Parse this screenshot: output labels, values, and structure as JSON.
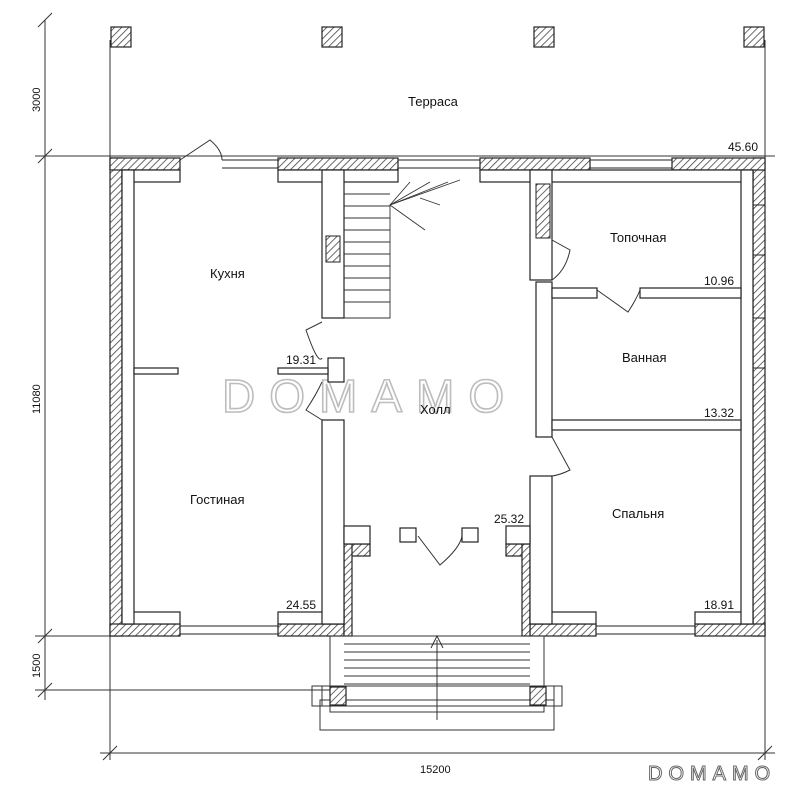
{
  "rooms": {
    "terrace": "Терраса",
    "kitchen": "Кухня",
    "living": "Гостиная",
    "hall": "Холл",
    "boiler": "Топочная",
    "bath": "Ванная",
    "bedroom": "Спальня"
  },
  "areas": {
    "total": "45.60",
    "boiler": "10.96",
    "bath": "13.32",
    "bedroom": "18.91",
    "kitchen": "19.31",
    "hall": "25.32",
    "living": "24.55"
  },
  "dimensions": {
    "terrace_depth": "3000",
    "house_depth": "11080",
    "porch_depth": "1500",
    "house_width": "15200"
  },
  "watermark": "DOMAMO",
  "brand": "DOMAMO",
  "colors": {
    "wall_hatch": "#555555",
    "line": "#222222"
  }
}
